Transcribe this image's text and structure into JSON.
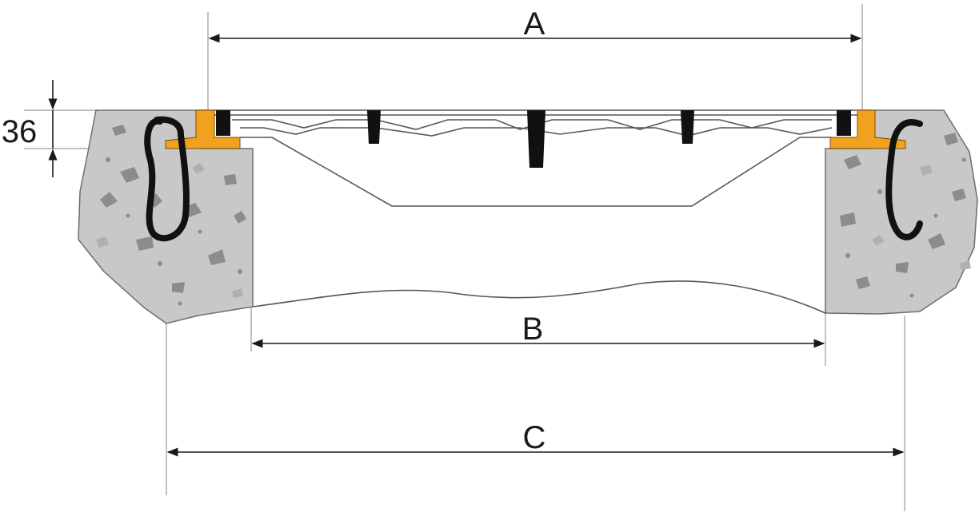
{
  "dimensions": {
    "a": "A",
    "b": "B",
    "c": "C",
    "depth": "36"
  },
  "colors": {
    "concrete": "#c8c8c8",
    "gasket": "#f0a21e",
    "ink": "#1a1a1a"
  }
}
